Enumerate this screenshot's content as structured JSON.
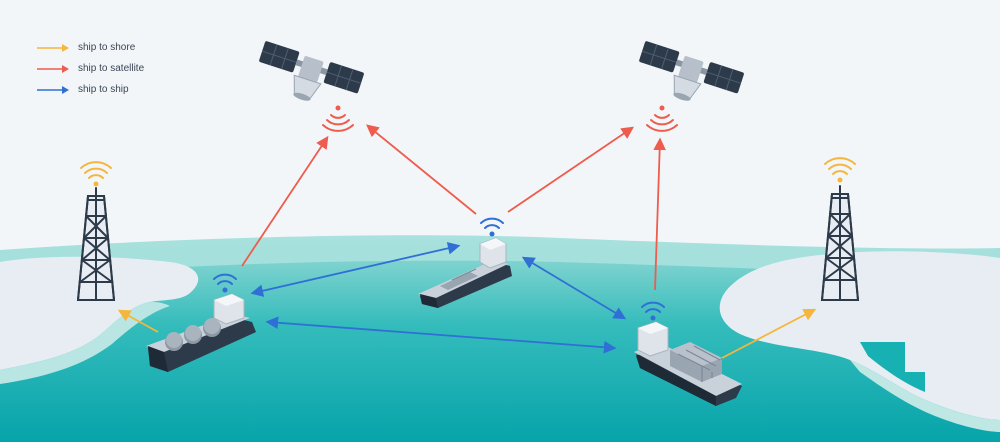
{
  "legend": {
    "items": [
      {
        "label": "ship to shore",
        "color": "#f4b63c"
      },
      {
        "label": "ship to satellite",
        "color": "#ee5c4d"
      },
      {
        "label": "ship to ship",
        "color": "#2f6fd6"
      }
    ]
  },
  "colors": {
    "sky": "#f3f6f9",
    "sea_light": "#a6e0dc",
    "sea_mid": "#35bcbc",
    "sea_deep": "#0aa8ac",
    "land": "#e6ecf2",
    "hull": "#2d3a4a",
    "deck": "#c3ccd6",
    "wifi_blue": "#2f6fd6",
    "wifi_yellow": "#f4b63c",
    "wifi_red": "#ee5c4d"
  },
  "icons": [
    "satellite-icon",
    "tower-icon",
    "ship-icon",
    "wifi-signal-icon"
  ]
}
